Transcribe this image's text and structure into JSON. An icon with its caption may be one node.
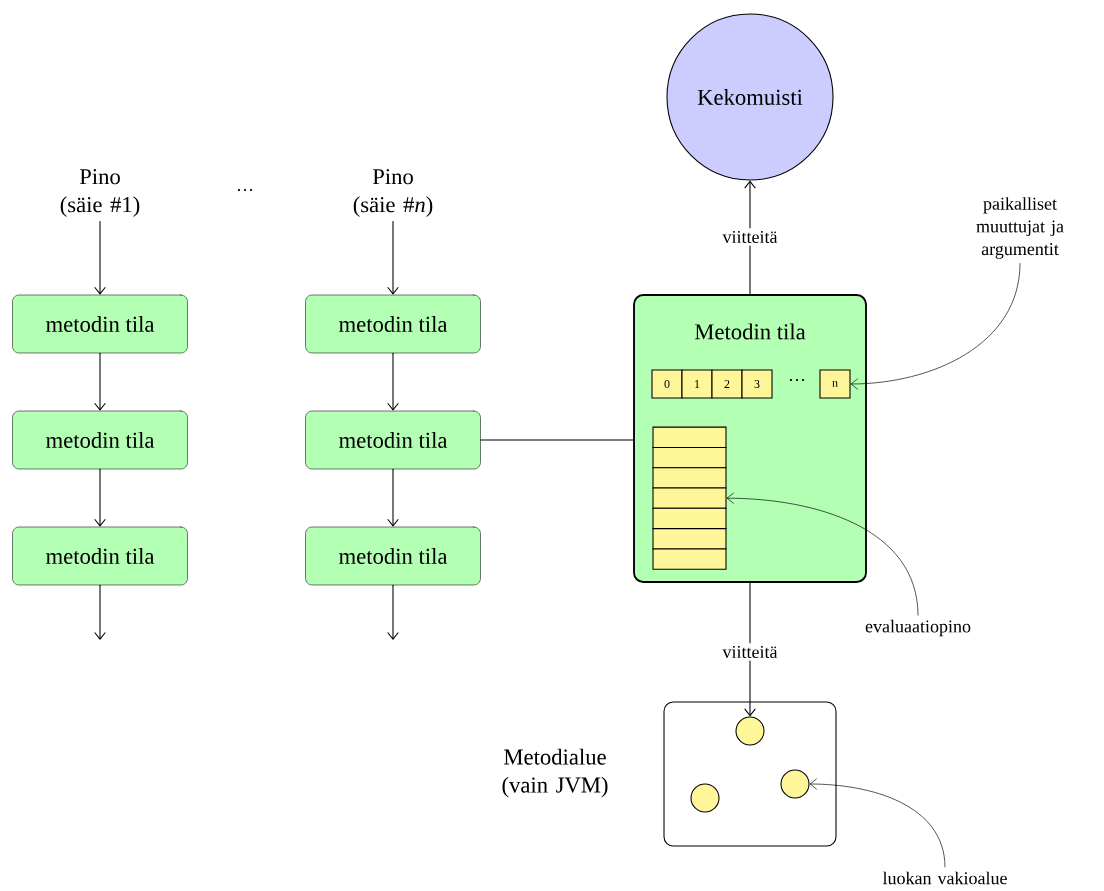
{
  "diagram": {
    "nodes": [
      {
        "text": [
          "Pino (säie #1)"
        ]
      },
      {
        "text": [
          "metodin tila"
        ]
      },
      {
        "text": [
          "metodin tila"
        ]
      },
      {
        "text": [
          "metodin tila"
        ]
      },
      {
        "text": [
          "Pino (säie #*n*)"
        ]
      },
      {
        "text": [
          "metodin tila"
        ]
      },
      {
        "text": [
          "metodin tila"
        ]
      },
      {
        "text": [
          "metodin tila"
        ]
      },
      {
        "text": [
          "Kekomuisti"
        ]
      },
      {
        "text": [
          "Metodin tila"
        ]
      },
      {
        "text": [
          "0"
        ],
        "in": 9
      },
      {
        "text": [
          "1"
        ],
        "in": 9
      },
      {
        "text": [
          "2"
        ],
        "in": 9
      },
      {
        "text": [
          "3"
        ],
        "in": 9
      },
      {
        "text": [
          "n"
        ],
        "in": 9
      },
      {
        "text": [],
        "shape": "box",
        "in": 9
      },
      {
        "text": [],
        "shape": "box",
        "in": 9
      },
      {
        "text": [],
        "shape": "box",
        "in": 9
      },
      {
        "text": [],
        "shape": "box",
        "in": 9
      },
      {
        "text": [],
        "shape": "box",
        "in": 9
      },
      {
        "text": [],
        "shape": "box",
        "in": 9
      },
      {
        "text": [],
        "shape": "box",
        "in": 9
      },
      {
        "text": [
          "paikalliset muuttujat ja argumentit"
        ]
      },
      {
        "text": [
          "evaluaatiopino"
        ]
      },
      {
        "text": [
          "Metodialue (vain JVM)"
        ]
      },
      {
        "text": [],
        "shape": "circle",
        "in": 24
      },
      {
        "text": [],
        "shape": "circle",
        "in": 24
      },
      {
        "text": [],
        "shape": "circle",
        "in": 24
      },
      {
        "text": [
          "luokan vakioalue"
        ]
      }
    ],
    "edges": [
      {
        "from": 0,
        "to": 1,
        "arrow": "to"
      },
      {
        "from": 1,
        "to": 2,
        "arrow": "to"
      },
      {
        "from": 2,
        "to": 3,
        "arrow": "to"
      },
      {
        "from": 3,
        "to": null,
        "arrow": "to"
      },
      {
        "from": 4,
        "to": 5,
        "arrow": "to"
      },
      {
        "from": 5,
        "to": 6,
        "arrow": "to"
      },
      {
        "from": 6,
        "to": 7,
        "arrow": "to"
      },
      {
        "from": 7,
        "to": null,
        "arrow": "to"
      },
      {
        "from": 6,
        "to": 9,
        "arrow": "none"
      },
      {
        "from": 9,
        "to": 8,
        "arrow": "to",
        "label": "viitteitä"
      },
      {
        "from": 9,
        "to": 26,
        "arrow": "to",
        "label": "viitteitä"
      },
      {
        "from": 22,
        "to": 14,
        "arrow": "to"
      },
      {
        "from": 23,
        "to": 18,
        "arrow": "to"
      },
      {
        "from": 28,
        "to": 27,
        "arrow": "to"
      }
    ],
    "labels": [
      "…",
      "…"
    ]
  }
}
